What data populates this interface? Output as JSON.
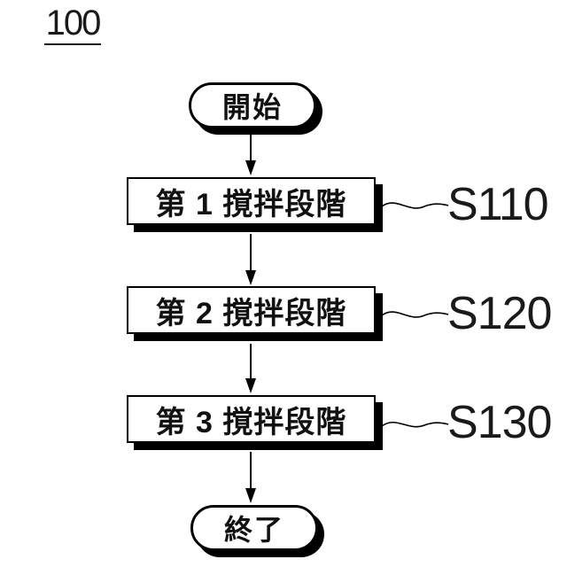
{
  "figure": {
    "number": "100"
  },
  "flowchart": {
    "start": {
      "label": "開始"
    },
    "steps": [
      {
        "label": "第 1 撹拌段階",
        "step_id": "S110"
      },
      {
        "label": "第 2 撹拌段階",
        "step_id": "S120"
      },
      {
        "label": "第 3 撹拌段階",
        "step_id": "S130"
      }
    ],
    "end": {
      "label": "終了"
    }
  },
  "colors": {
    "line": "#000000",
    "node_fill": "#ffffff",
    "shadow": "#000000",
    "background": "#ffffff"
  }
}
